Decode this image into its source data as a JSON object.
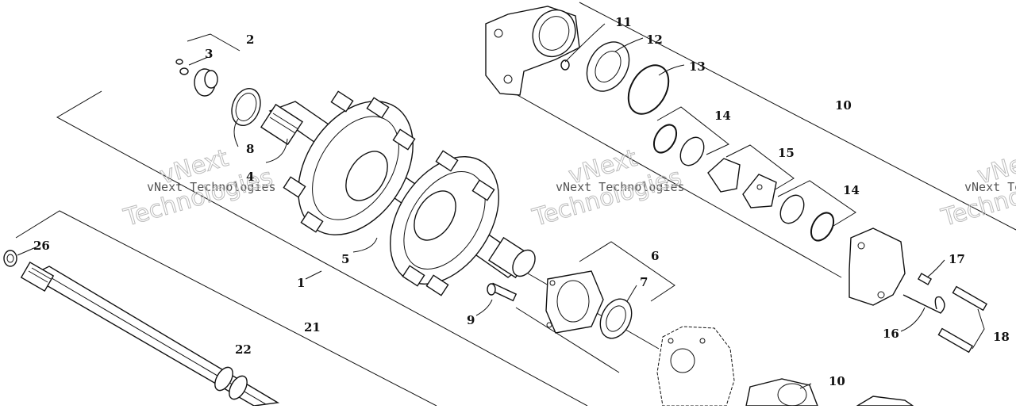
{
  "diagram": {
    "watermark": {
      "line1": "vNext Technologies",
      "line2": "vNext",
      "line3": "Technologies"
    },
    "callouts": [
      {
        "id": "c1",
        "label": "1"
      },
      {
        "id": "c2",
        "label": "2"
      },
      {
        "id": "c3",
        "label": "3"
      },
      {
        "id": "c4",
        "label": "4"
      },
      {
        "id": "c5",
        "label": "5"
      },
      {
        "id": "c6",
        "label": "6"
      },
      {
        "id": "c7",
        "label": "7"
      },
      {
        "id": "c8",
        "label": "8"
      },
      {
        "id": "c9",
        "label": "9"
      },
      {
        "id": "c10a",
        "label": "10"
      },
      {
        "id": "c10b",
        "label": "10"
      },
      {
        "id": "c11",
        "label": "11"
      },
      {
        "id": "c12",
        "label": "12"
      },
      {
        "id": "c13",
        "label": "13"
      },
      {
        "id": "c14a",
        "label": "14"
      },
      {
        "id": "c14b",
        "label": "14"
      },
      {
        "id": "c15",
        "label": "15"
      },
      {
        "id": "c16",
        "label": "16"
      },
      {
        "id": "c17",
        "label": "17"
      },
      {
        "id": "c18",
        "label": "18"
      },
      {
        "id": "c21",
        "label": "21"
      },
      {
        "id": "c22",
        "label": "22"
      },
      {
        "id": "c26",
        "label": "26"
      }
    ]
  }
}
